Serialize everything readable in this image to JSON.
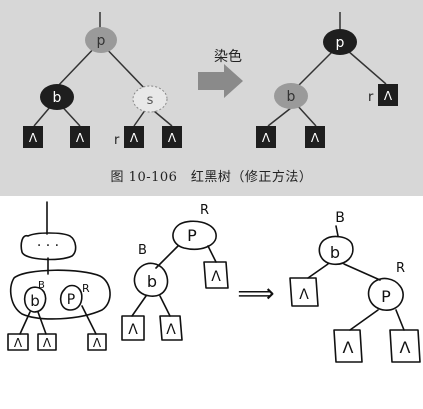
{
  "scan": {
    "left_tree": {
      "root_label": "p",
      "left_label": "b",
      "right_label": "s",
      "leaf_label": "Λ",
      "r_label": "r"
    },
    "arrow_label": "染色",
    "right_tree": {
      "root_label": "p",
      "left_label": "b",
      "leaf_label": "Λ",
      "r_label": "r"
    },
    "caption": "图 10-106　红黑树（修正方法）",
    "colors": {
      "background": "#d7d7d7",
      "red_node": "#9a9a9a",
      "black_node": "#1e1e1e",
      "arrow": "#8a8a8a"
    }
  },
  "sketch": {
    "dots": "· · ·",
    "b_label": "b",
    "p_label": "P",
    "r_mark": "R",
    "b_mark": "B",
    "leaf_label": "Λ",
    "arrow": "⟹"
  }
}
